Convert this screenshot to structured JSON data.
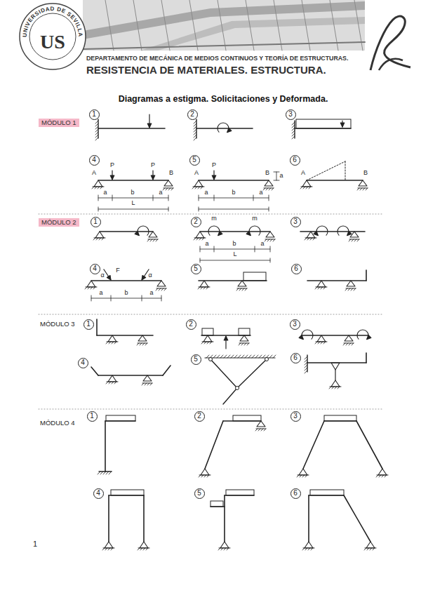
{
  "diagram": {
    "title": "Diagramas a estigma. Solicitaciones y Deformada.",
    "nodes": [
      {
        "text": [
          "MÓDULO 1"
        ]
      },
      {
        "text": [
          "1"
        ]
      },
      {
        "text": [
          "2"
        ]
      },
      {
        "text": [
          "3"
        ]
      },
      {
        "text": [
          "4"
        ]
      },
      {
        "text": [
          "5"
        ]
      },
      {
        "text": [
          "6"
        ]
      },
      {
        "text": [
          "MÓDULO 2"
        ]
      },
      {
        "text": [
          "1"
        ]
      },
      {
        "text": [
          "2"
        ]
      },
      {
        "text": [
          "3"
        ]
      },
      {
        "text": [
          "4"
        ]
      },
      {
        "text": [
          "5"
        ]
      },
      {
        "text": [
          "6"
        ]
      },
      {
        "text": [
          "1"
        ]
      },
      {
        "text": [
          "2"
        ]
      },
      {
        "text": [
          "3"
        ]
      },
      {
        "text": [
          "4"
        ]
      },
      {
        "text": [
          "5"
        ]
      },
      {
        "text": [
          "6"
        ]
      },
      {
        "text": [
          "1"
        ]
      },
      {
        "text": [
          "2"
        ]
      },
      {
        "text": [
          "3"
        ]
      },
      {
        "text": [
          "4"
        ]
      },
      {
        "text": [
          "5"
        ]
      },
      {
        "text": [
          "6"
        ]
      }
    ],
    "labels": [
      "UNIVERSIDAD DE SEVILLA",
      "US",
      "DEPARTAMENTO DE MECÁNICA DE MEDIOS CONTINUOS Y TEORÍA DE ESTRUCTURAS.",
      "RESISTENCIA DE MATERIALES. ESTRUCTURA.",
      "MÓDULO 3",
      "MÓDULO 4",
      "P",
      "P",
      "A",
      "B",
      "a",
      "b",
      "a",
      "L",
      "P",
      "A",
      "B",
      "a",
      "b",
      "a",
      "a",
      "A",
      "B",
      "m",
      "m",
      "a",
      "b",
      "a",
      "L",
      "F",
      "α",
      "α",
      "a",
      "b",
      "a",
      "1"
    ]
  }
}
